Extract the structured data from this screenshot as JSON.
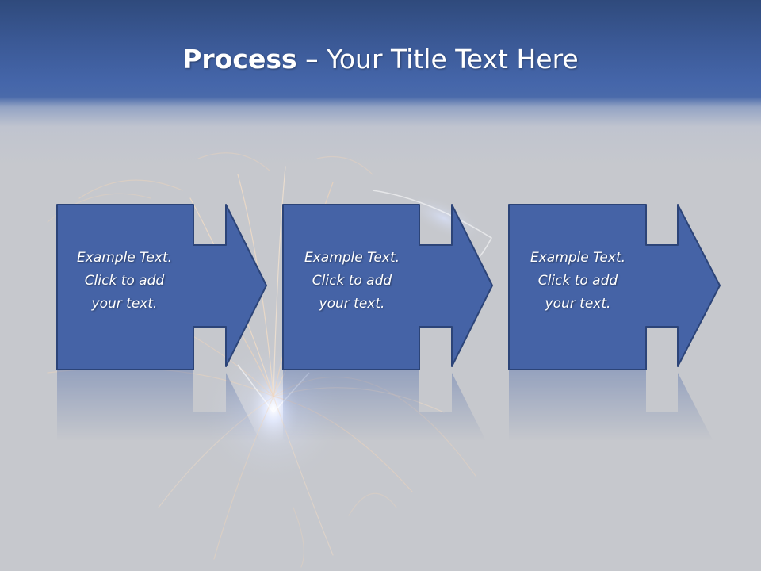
{
  "title": {
    "bold": "Process",
    "rest": " – Your Title Text Here"
  },
  "steps": [
    {
      "line1": "Example Text.",
      "line2": "Click  to add",
      "line3": "your text."
    },
    {
      "line1": "Example Text.",
      "line2": "Click  to add",
      "line3": "your text."
    },
    {
      "line1": "Example Text.",
      "line2": "Click  to add",
      "line3": "your text."
    }
  ],
  "colors": {
    "header_blue": "#3a5894",
    "box_fill": "#4563a6",
    "box_border": "#2c4478",
    "background": "#c6c8cd"
  }
}
